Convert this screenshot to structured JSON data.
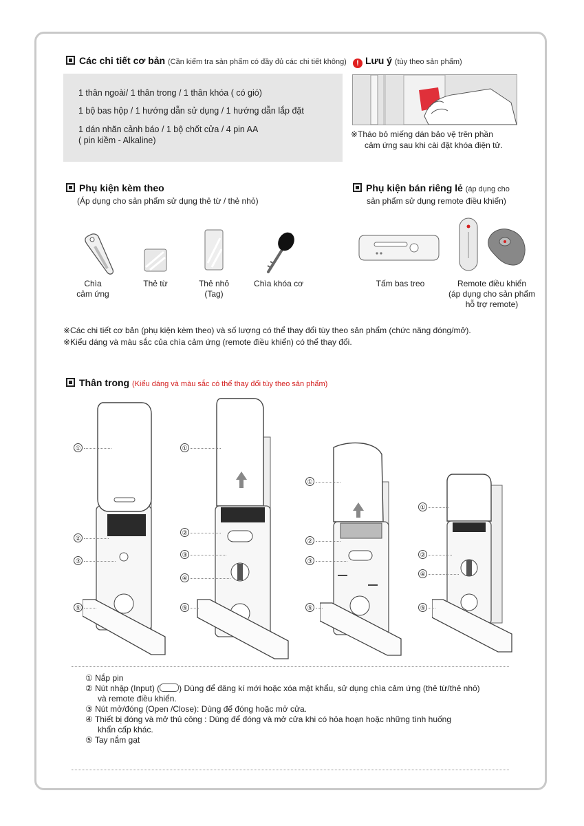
{
  "basic": {
    "title": "Các chi tiết cơ bản",
    "note": "(Cần kiểm tra sản phẩm có đầy đủ các chi tiết không)",
    "lines": [
      "1 thân ngoài/ 1 thân trong / 1 thân khóa ( có gió)",
      "1 bộ bas hộp / 1 hướng dẫn sử dụng / 1 hướng dẫn lắp đặt",
      "1 dán nhãn cảnh báo / 1 bộ chốt cửa / 4 pin  AA",
      "( pin kiềm - Alkaline)"
    ]
  },
  "caution": {
    "title": "Lưu ý",
    "note": "(tùy theo sản phẩm)",
    "caption1": "※Tháo bỏ miếng dán bảo vệ trên phần",
    "caption2": "cảm ứng sau khi cài đặt khóa điện tử."
  },
  "accessories": {
    "title": "Phụ kiện kèm theo",
    "subtitle": "(Áp dụng cho sản phẩm sử dụng thẻ từ / thẻ nhỏ)",
    "items": [
      {
        "line1": "Chìa",
        "line2": "cảm ứng"
      },
      {
        "line1": "Thẻ từ",
        "line2": ""
      },
      {
        "line1": "Thẻ nhỏ",
        "line2": "(Tag)"
      },
      {
        "line1": "Chìa khóa cơ",
        "line2": ""
      }
    ]
  },
  "separate": {
    "title": "Phụ kiện bán riêng lẻ",
    "note1": "(áp dụng cho",
    "note2": "sản phẩm sử dụng remote điều khiển)",
    "items": [
      {
        "line1": "Tấm bas treo"
      },
      {
        "line1": "Remote điều khiển",
        "line2": "(áp dụng cho sản phẩm",
        "line3": "hỗ trợ remote)"
      }
    ]
  },
  "notes": [
    "※Các chi tiết cơ bản (phụ kiện kèm theo) và số lượng có thể thay đổi tùy theo sản phẩm (chức năng đóng/mở).",
    "※Kiểu dáng và màu sắc của chìa cảm ứng (remote điều khiển) có thể thay đổi."
  ],
  "inner": {
    "title": "Thân trong",
    "note": "(Kiểu dáng và màu sắc có thể thay đổi tùy theo sản phẩm)"
  },
  "markers": [
    "①",
    "②",
    "③",
    "④",
    "⑤"
  ],
  "legend": {
    "l1": "① Nắp pin",
    "l2a": "② Nút nhập (Input) (",
    "l2b": ")  Dùng để đăng kí mới hoặc xóa mật khẩu, sử dụng chìa cảm ứng (thẻ từ/thẻ nhỏ)",
    "l2c": "và remote điều khiển.",
    "l3": "③ Nút mở/đóng (Open /Close): Dùng để đóng hoặc mở cửa.",
    "l4a": "④ Thiết bị đóng và mở thủ công : Dùng để đóng và mở cửa khi có hỏa hoạn hoặc những tình huống",
    "l4b": "khẩn cấp khác.",
    "l5": "⑤ Tay nắm gạt"
  },
  "colors": {
    "accent_red": "#d42020",
    "box_gray": "#e6e6e6",
    "frame": "#c9c9c9"
  }
}
